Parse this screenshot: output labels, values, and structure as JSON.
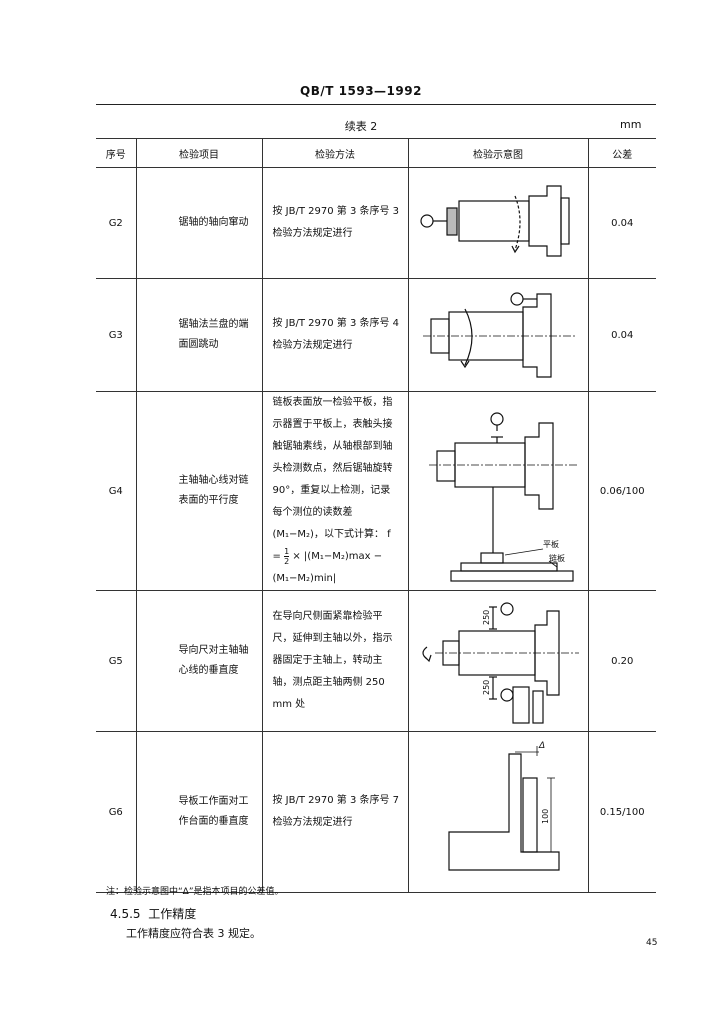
{
  "header": {
    "standard_code": "QB/T 1593—1992"
  },
  "table": {
    "caption": "续表 2",
    "unit": "mm",
    "columns": [
      "序号",
      "检验项目",
      "检验方法",
      "检验示意图",
      "公差"
    ],
    "rows": [
      {
        "code": "G2",
        "item": "锯轴的轴向窜动",
        "method": "按 JB/T 2970 第 3 条序号 3 检验方法规定进行",
        "tolerance": "0.04"
      },
      {
        "code": "G3",
        "item": "锯轴法兰盘的端面圆跳动",
        "method": "按 JB/T 2970 第 3 条序号 4 检验方法规定进行",
        "tolerance": "0.04"
      },
      {
        "code": "G4",
        "item": "主轴轴心线对链表面的平行度",
        "method": "链板表面放一检验平板，指示器置于平板上，表触头接触锯轴素线，从轴根部到轴头检测数点，然后锯轴旋转 90°，重复以上检测，记录每个测位的读数差 (M₁−M₂)，以下式计算：",
        "formula_lhs": "f =",
        "formula_num": "1",
        "formula_den": "2",
        "formula_rhs": "× |(M₁−M₂)max − (M₁−M₂)min|",
        "tolerance": "0.06/100",
        "figure_labels": [
          "平板",
          "链板"
        ]
      },
      {
        "code": "G5",
        "item": "导向尺对主轴轴心线的垂直度",
        "method": "在导向尺侧面紧靠检验平尺，延伸到主轴以外，指示器固定于主轴上，转动主轴，测点距主轴两侧 250 mm 处",
        "tolerance": "0.20",
        "figure_labels": [
          "250",
          "250"
        ]
      },
      {
        "code": "G6",
        "item": "导板工作面对工作台面的垂直度",
        "method": "按 JB/T 2970 第 3 条序号 7 检验方法规定进行",
        "tolerance": "0.15/100",
        "figure_labels": [
          "Δ",
          "100"
        ]
      }
    ]
  },
  "note": "注：检验示意图中“Δ”是指本项目的公差值。",
  "section": {
    "number": "4.5.5",
    "title": "工作精度",
    "text": "工作精度应符合表 3 规定。"
  },
  "page_number": "45"
}
